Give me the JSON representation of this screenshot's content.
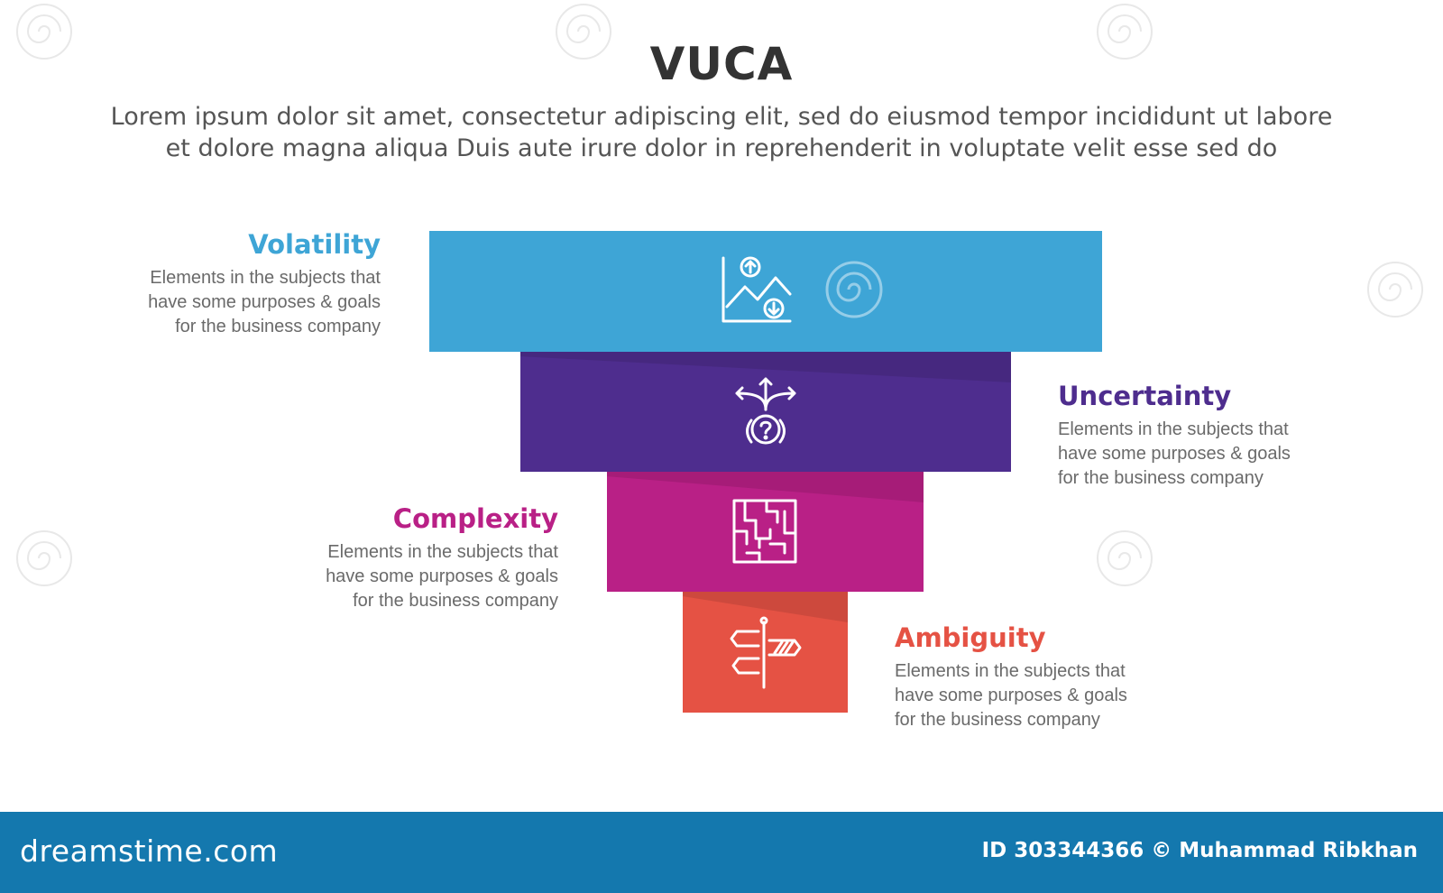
{
  "header": {
    "title": "VUCA",
    "subtitle_lines": [
      "Lorem ipsum dolor sit amet, consectetur adipiscing elit, sed do eiusmod tempor incididunt ut labore",
      "et dolore magna aliqua Duis aute irure dolor in reprehenderit in voluptate velit esse sed do"
    ]
  },
  "stages": [
    {
      "heading": "Volatility",
      "color": "#3ea5d6",
      "icon": "chart-up-down-icon",
      "desc_lines": [
        "Elements in the subjects that",
        "have  some purposes & goals",
        "for the  business company"
      ]
    },
    {
      "heading": "Uncertainty",
      "color": "#4e2d8e",
      "icon": "question-arrows-icon",
      "desc_lines": [
        "Elements in the subjects that",
        "have  some purposes & goals",
        "for the  business company"
      ]
    },
    {
      "heading": "Complexity",
      "color": "#b92086",
      "icon": "maze-icon",
      "desc_lines": [
        "Elements in the subjects that",
        "have  some purposes & goals",
        "for the  business company"
      ]
    },
    {
      "heading": "Ambiguity",
      "color": "#e55244",
      "icon": "signpost-icon",
      "desc_lines": [
        "Elements in the subjects that",
        "have  some purposes & goals",
        "for the  business company"
      ]
    }
  ],
  "footer": {
    "brand": "dreamstime.com",
    "credit": "ID 303344366 © Muhammad Ribkhan",
    "background": "#1478ae"
  }
}
